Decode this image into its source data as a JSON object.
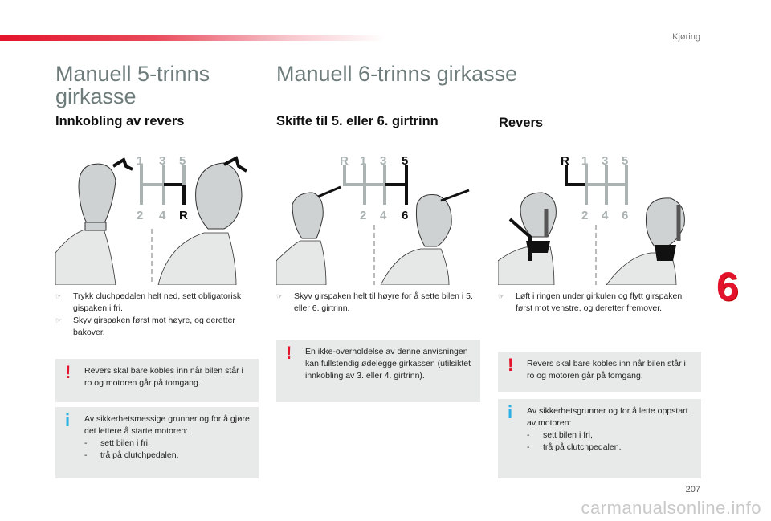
{
  "section": "Kjøring",
  "chapter": "6",
  "page_number": "207",
  "watermark": "carmanualsonline.info",
  "col1": {
    "title_line1": "Manuell 5-trinns",
    "title_line2": "girkasse",
    "subtitle": "Innkobling av revers",
    "gears_top": [
      "1",
      "3",
      "5"
    ],
    "gears_bottom": [
      "2",
      "4",
      "R"
    ],
    "bullets": [
      "Trykk cluchpedalen helt ned, sett obligatorisk gispaken i fri.",
      "Skyv girspaken først mot høyre, og deretter bakover."
    ],
    "warning": "Revers skal bare kobles inn når bilen står i ro og motoren går på tomgang.",
    "info": {
      "intro": "Av sikkerhetsmessige grunner og for å gjøre det lettere å starte motoren:",
      "items": [
        "sett bilen i fri,",
        "trå på clutchpedalen."
      ],
      "dash": "-"
    }
  },
  "col2": {
    "title": "Manuell 6-trinns girkasse",
    "subtitle": "Skifte til 5. eller 6. girtrinn",
    "gears_top": [
      "R",
      "1",
      "3",
      "5"
    ],
    "gears_bottom": [
      "2",
      "4",
      "6"
    ],
    "bullets": [
      "Skyv girspaken helt til høyre for å sette bilen i 5. eller 6. girtrinn."
    ],
    "warning": "En ikke-overholdelse av denne anvisningen kan fullstendig ødelegge girkassen (utilsiktet innkobling av 3. eller 4. girtrinn)."
  },
  "col3": {
    "subtitle": "Revers",
    "gears_top": [
      "R",
      "1",
      "3",
      "5"
    ],
    "gears_bottom": [
      "2",
      "4",
      "6"
    ],
    "bullets": [
      "Løft i ringen under girkulen og flytt girspaken først mot venstre, og deretter fremover."
    ],
    "warning": "Revers skal bare kobles inn når bilen står i ro og motoren går på tomgang.",
    "info": {
      "intro": "Av sikkerhetsgrunner og for å lette oppstart av motoren:",
      "items": [
        "sett bilen i fri,",
        "trå på clutchpedalen."
      ],
      "dash": "-"
    }
  },
  "icons": {
    "bullet": "pointing-hand-icon",
    "warning": "exclamation-icon",
    "info": "info-icon"
  },
  "colors": {
    "accent": "#e3132b",
    "info": "#2ab0e4",
    "box": "#e8eaea",
    "title": "#6e7b7b"
  }
}
